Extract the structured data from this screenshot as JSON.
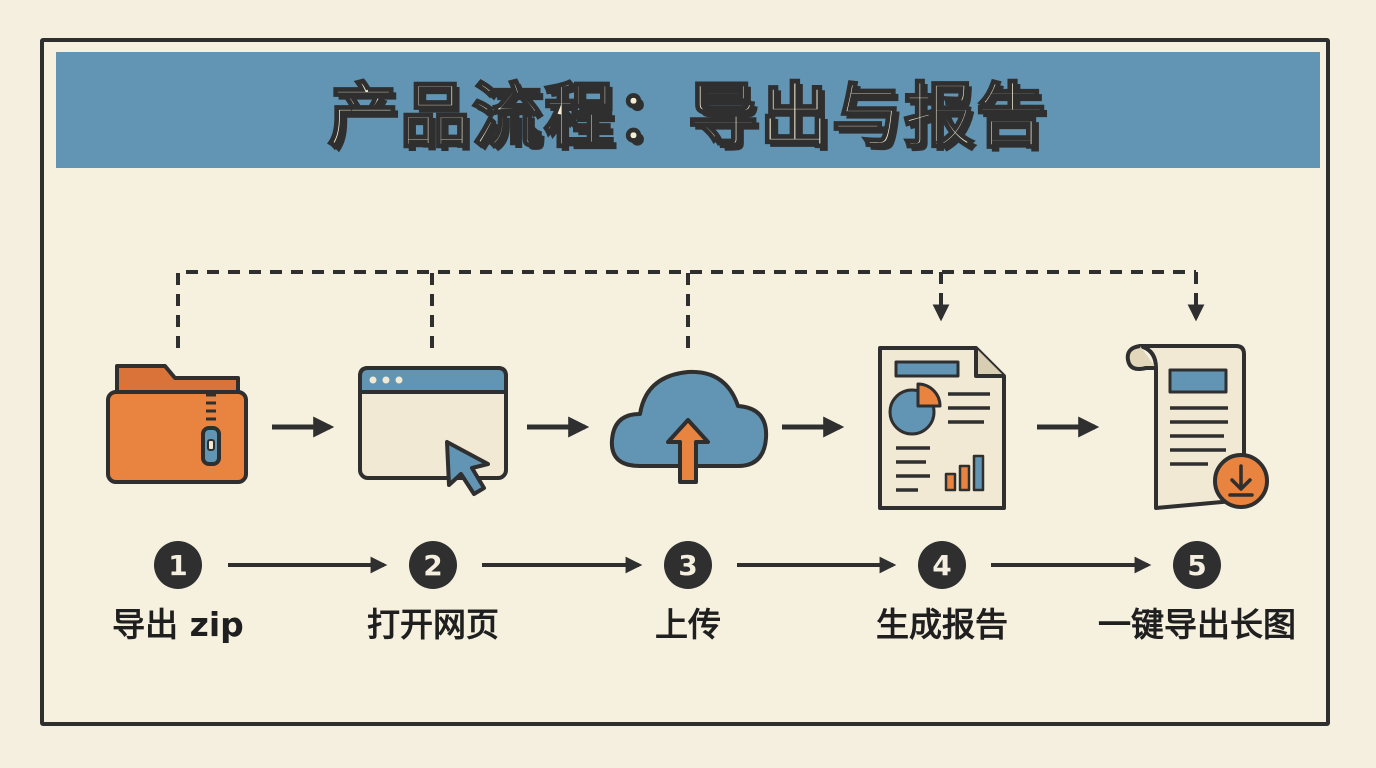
{
  "title": "产品流程：导出与报告",
  "steps": [
    {
      "num": "1",
      "label": "导出 zip",
      "icon": "zip-folder-icon"
    },
    {
      "num": "2",
      "label": "打开网页",
      "icon": "browser-window-icon"
    },
    {
      "num": "3",
      "label": "上传",
      "icon": "cloud-upload-icon"
    },
    {
      "num": "4",
      "label": "生成报告",
      "icon": "report-document-icon"
    },
    {
      "num": "5",
      "label": "一键导出长图",
      "icon": "scroll-download-icon"
    }
  ],
  "colors": {
    "background": "#f5efdf",
    "banner": "#6195b3",
    "ink": "#2f2f2f",
    "orange": "#e8843f",
    "paper": "#f1e9d3",
    "blue": "#6195b3"
  }
}
